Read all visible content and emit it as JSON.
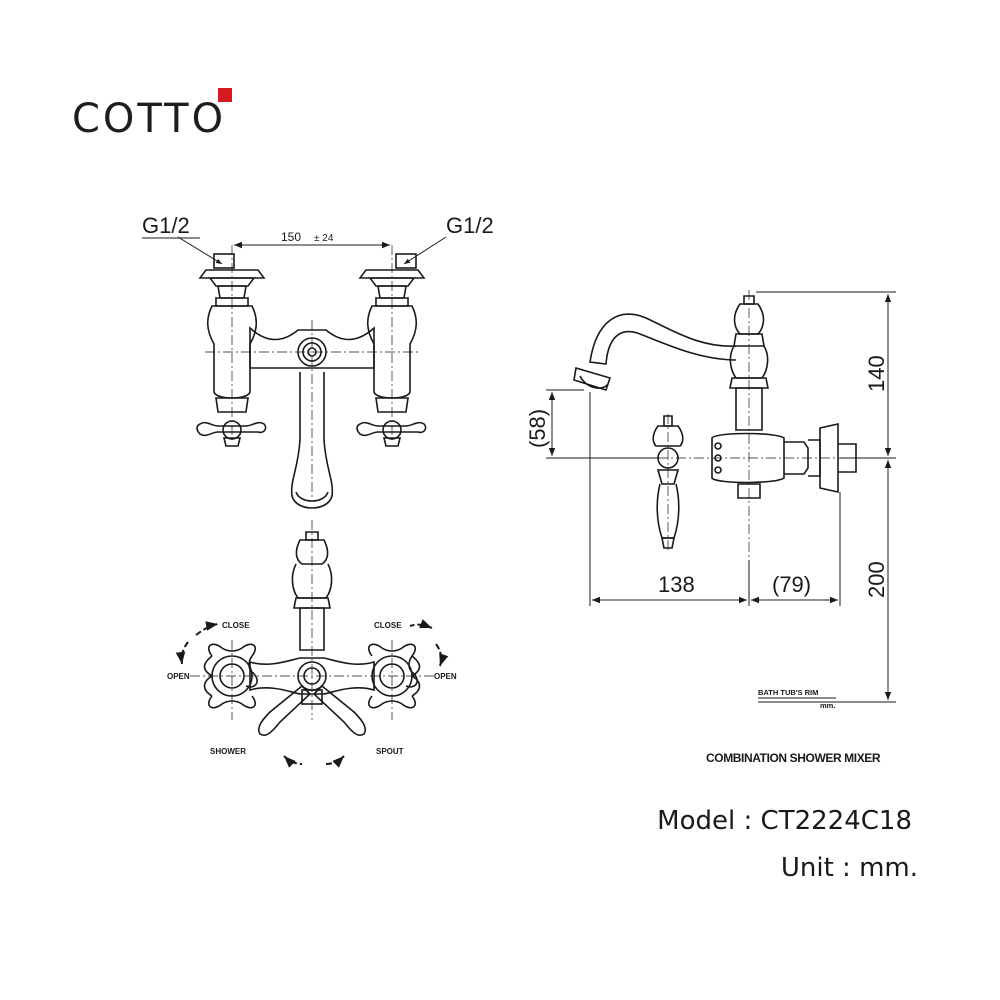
{
  "brand": {
    "name": "COTTO",
    "accent_color": "#d7191f"
  },
  "drawing_title": "COMBINATION SHOWER MIXER",
  "model": {
    "label": "Model",
    "separator": ":",
    "value": "CT2224C18"
  },
  "unit": {
    "label": "Unit",
    "separator": ":",
    "value": "mm."
  },
  "front_view": {
    "thread_left": "G1/2",
    "thread_right": "G1/2",
    "center_distance": "150",
    "center_tolerance": "± 24"
  },
  "top_view": {
    "close_left": "CLOSE",
    "close_right": "CLOSE",
    "open_left": "OPEN",
    "open_right": "OPEN",
    "shower": "SHOWER",
    "spout": "SPOUT"
  },
  "side_view": {
    "dim_spout_drop": "(58)",
    "dim_height_top": "140",
    "dim_height_rim": "200",
    "dim_reach": "138",
    "dim_wall": "(79)",
    "rim_label": "BATH TUB'S RIM",
    "rim_unit": "mm."
  },
  "colors": {
    "line": "#1a1a1a",
    "background": "#ffffff"
  }
}
